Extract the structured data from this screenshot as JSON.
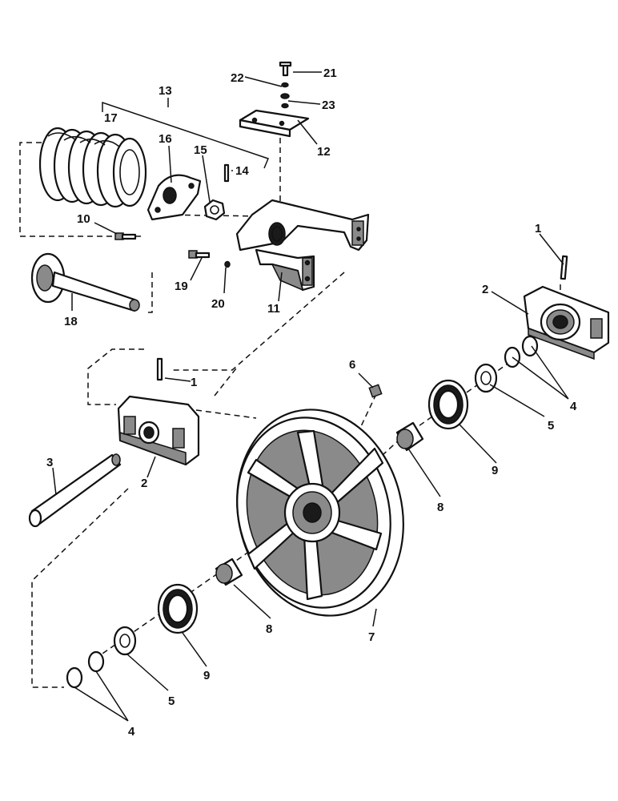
{
  "callouts": {
    "c1a": "1",
    "c1b": "1",
    "c2a": "2",
    "c2b": "2",
    "c3": "3",
    "c4a": "4",
    "c4b": "4",
    "c5a": "5",
    "c5b": "5",
    "c6": "6",
    "c7": "7",
    "c8a": "8",
    "c8b": "8",
    "c9a": "9",
    "c9b": "9",
    "c10": "10",
    "c11": "11",
    "c12": "12",
    "c13": "13",
    "c14": "14",
    "c15": "15",
    "c16": "16",
    "c17": "17",
    "c18": "18",
    "c19": "19",
    "c20": "20",
    "c21": "21",
    "c22": "22",
    "c23": "23"
  }
}
